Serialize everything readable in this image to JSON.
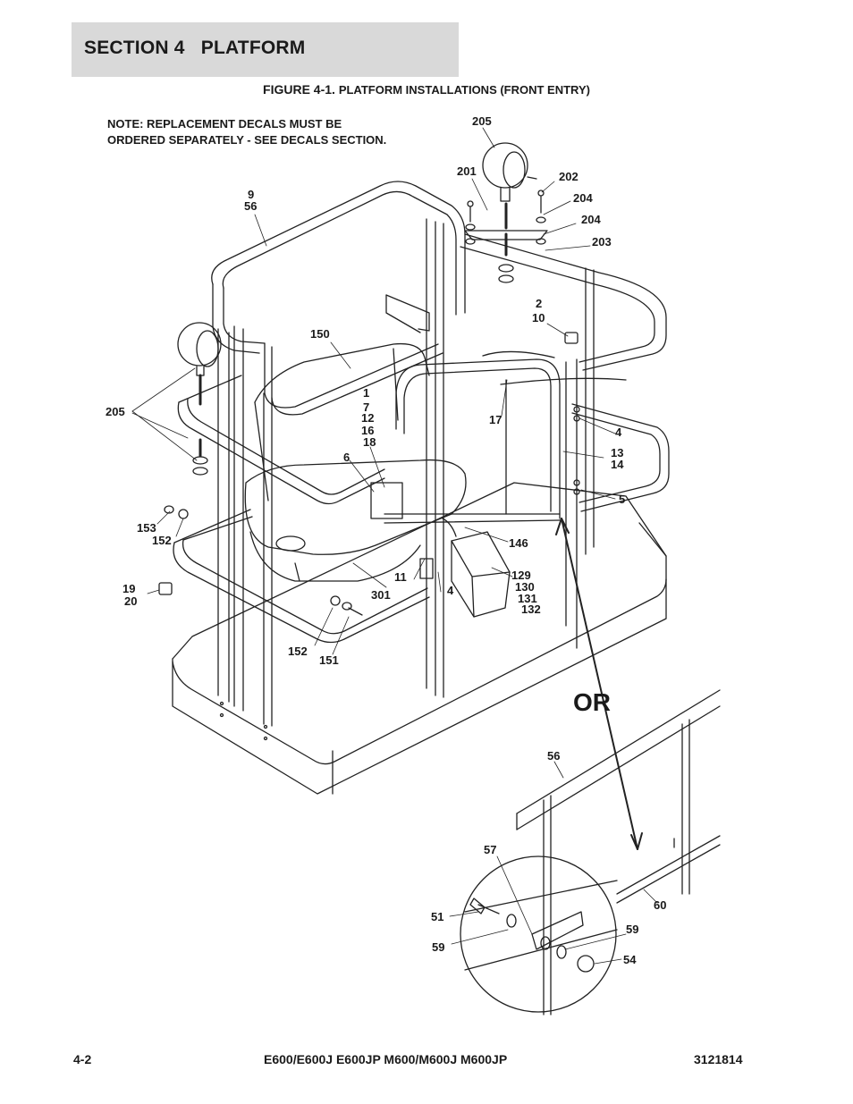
{
  "section": {
    "title": "SECTION 4   PLATFORM"
  },
  "figure": {
    "label": "FIGURE 4-1.",
    "title": "PLATFORM INSTALLATIONS (FRONT ENTRY)"
  },
  "note": {
    "line1": "NOTE: REPLACEMENT DECALS MUST BE",
    "line2": "ORDERED SEPARATELY - SEE DECALS SECTION."
  },
  "callouts": {
    "c205a": "205",
    "c201": "201",
    "c202": "202",
    "c204a": "204",
    "c204b": "204",
    "c203": "203",
    "c9": "9",
    "c56a": "56",
    "c2": "2",
    "c10": "10",
    "c150": "150",
    "c205b": "205",
    "c1": "1",
    "c7": "7",
    "c12": "12",
    "c16": "16",
    "c18": "18",
    "c17": "17",
    "c4a": "4",
    "c13": "13",
    "c14": "14",
    "c6": "6",
    "c5": "5",
    "c153": "153",
    "c152a": "152",
    "c146": "146",
    "c19": "19",
    "c20": "20",
    "c11": "11",
    "c4b": "4",
    "c129": "129",
    "c130": "130",
    "c301": "301",
    "c131": "131",
    "c132": "132",
    "c152b": "152",
    "c151": "151",
    "c56b": "56",
    "c57": "57",
    "c51": "51",
    "c60": "60",
    "c59a": "59",
    "c59b": "59",
    "c54": "54"
  },
  "or_label": "OR",
  "footer": {
    "page": "4-2",
    "models": "E600/E600J E600JP M600/M600J M600JP",
    "doc_number": "3121814"
  }
}
